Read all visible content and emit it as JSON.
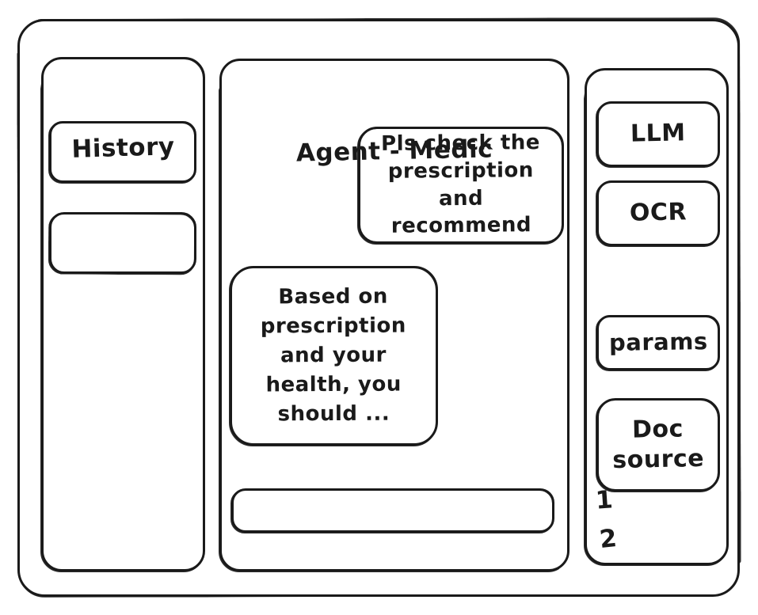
{
  "app": {
    "frame_label": "app-window"
  },
  "sidebar": {
    "title": "History",
    "items": [
      {
        "label": ""
      },
      {
        "label": ""
      }
    ]
  },
  "main": {
    "title": "Agent - Medic",
    "messages": [
      {
        "role": "user",
        "text": "Pls check the\nprescription\nand recommend"
      },
      {
        "role": "assistant",
        "text": "Based on\nprescription\nand your\nhealth, you\nshould ..."
      }
    ],
    "composer": {
      "value": "",
      "placeholder": ""
    }
  },
  "tools": {
    "buttons": [
      {
        "label": "LLM"
      },
      {
        "label": "OCR"
      },
      {
        "label": "params"
      },
      {
        "label": "Doc\nsource"
      }
    ],
    "doc_sources": [
      {
        "index": "1"
      },
      {
        "index": "2"
      }
    ]
  },
  "colors": {
    "ink": "#1a1a1a",
    "background": "#ffffff"
  }
}
